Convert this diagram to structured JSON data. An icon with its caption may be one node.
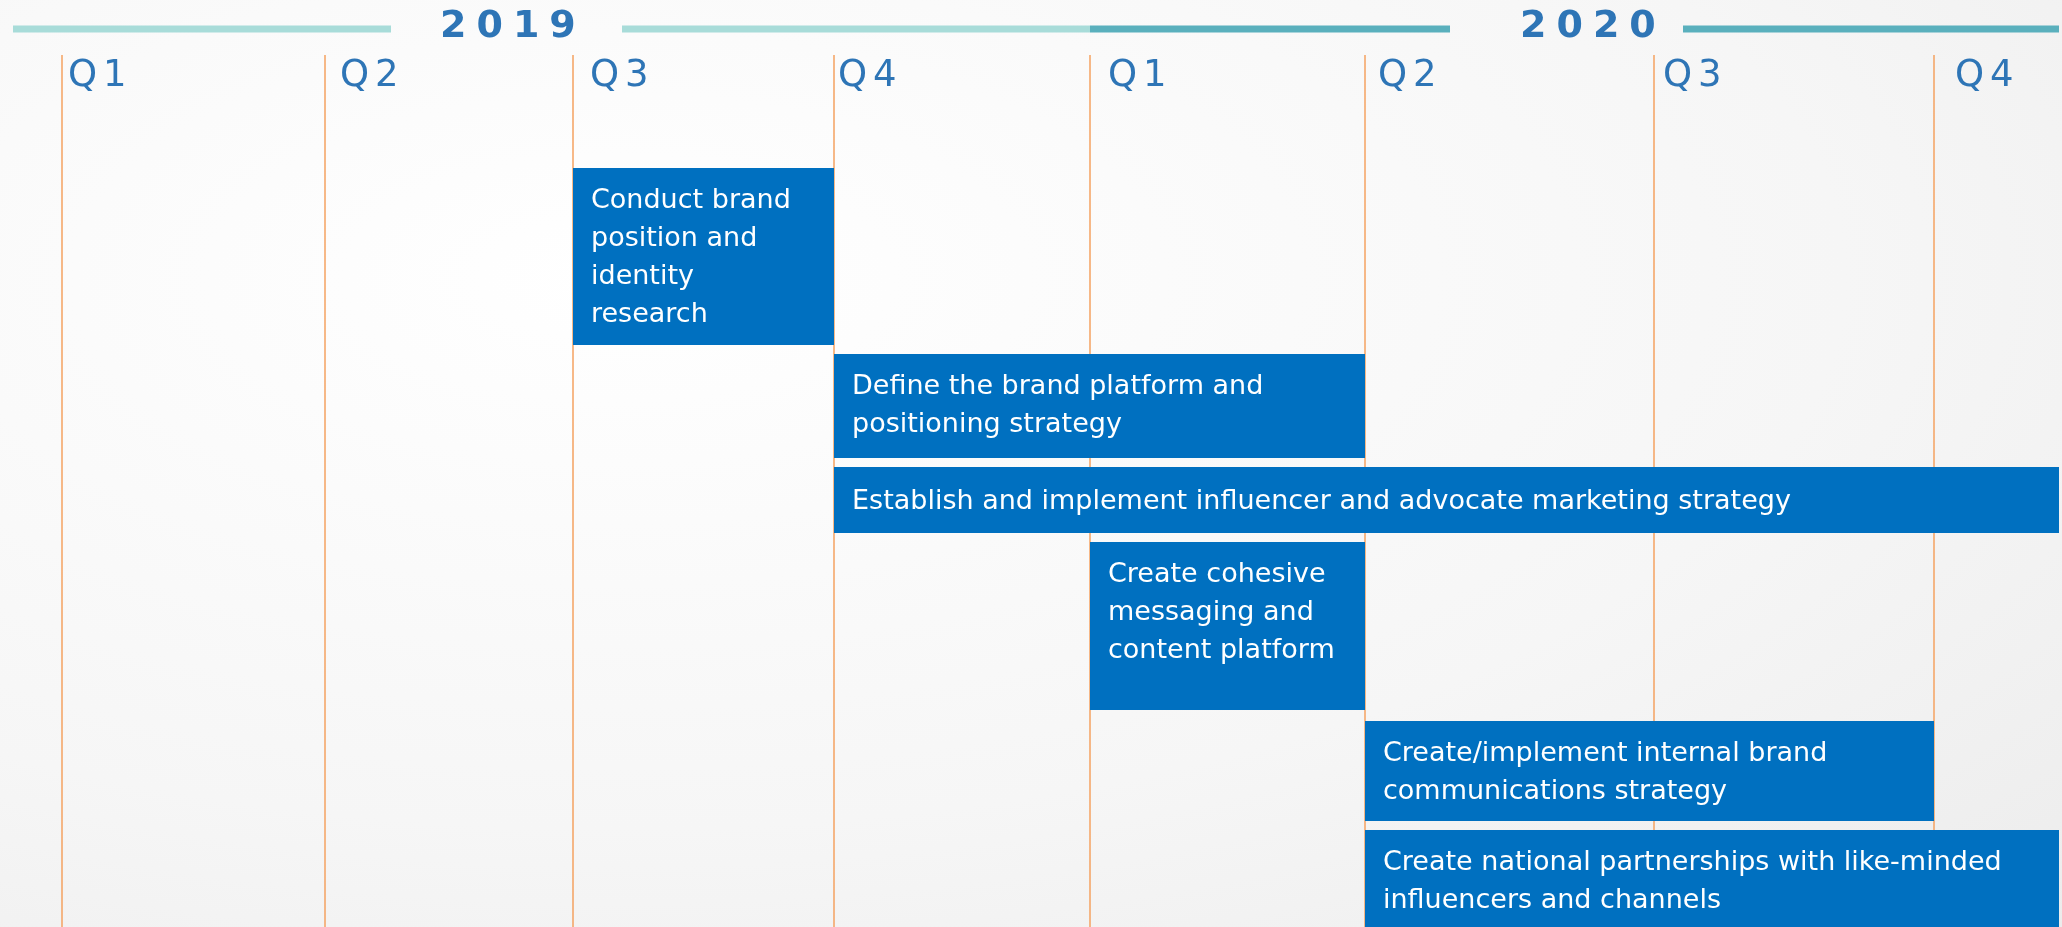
{
  "diagram": {
    "nodes": [
      {
        "text": [
          "Conduct brand position and identity research"
        ]
      },
      {
        "text": [
          "Define the brand platform and positioning strategy"
        ]
      },
      {
        "text": [
          "Establish and implement influencer and advocate marketing strategy"
        ]
      },
      {
        "text": [
          "Create cohesive messaging and content platform"
        ]
      },
      {
        "text": [
          "Create/implement internal brand communications strategy"
        ]
      },
      {
        "text": [
          "Create national partnerships with like-minded influencers and channels"
        ]
      }
    ],
    "labels": [
      "2019",
      "2020",
      "Q1",
      "Q2",
      "Q3",
      "Q4",
      "Q1",
      "Q2",
      "Q3",
      "Q4"
    ]
  }
}
